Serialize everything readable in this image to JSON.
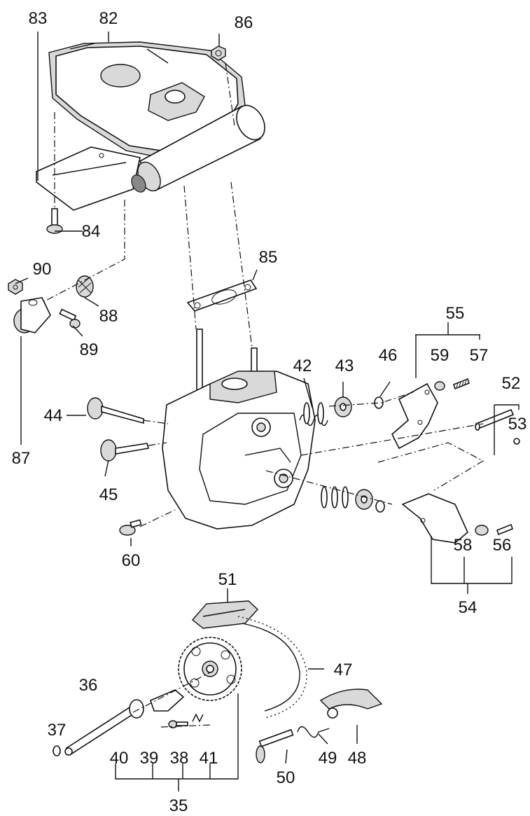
{
  "part_numbers": [
    "83",
    "82",
    "86",
    "84",
    "85",
    "90",
    "88",
    "89",
    "87",
    "55",
    "59",
    "57",
    "42",
    "43",
    "46",
    "52",
    "53",
    "44",
    "45",
    "60",
    "58",
    "56",
    "54",
    "51",
    "47",
    "36",
    "37",
    "40",
    "39",
    "38",
    "41",
    "35",
    "48",
    "49",
    "50"
  ]
}
